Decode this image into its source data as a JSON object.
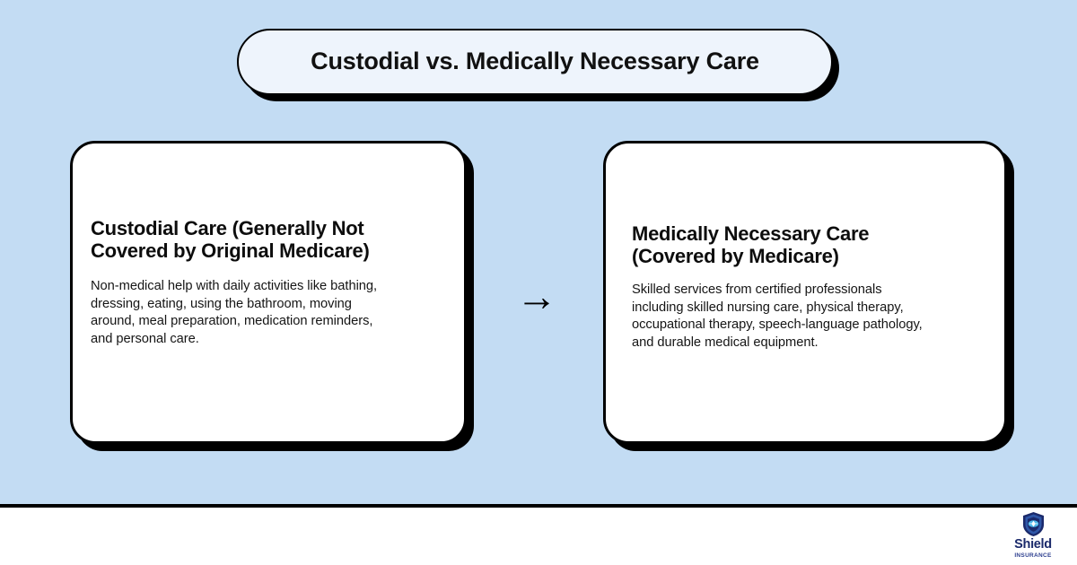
{
  "page": {
    "background_color": "#c3dcf3",
    "footer_background_color": "#ffffff",
    "divider_color": "#000000"
  },
  "title": {
    "text": "Custodial vs. Medically Necessary Care",
    "pill_fill": "#eef4fc",
    "border_color": "#000000"
  },
  "cards": [
    {
      "heading": "Custodial Care (Generally Not\nCovered by Original Medicare)",
      "body": "Non-medical help with daily activities like bathing,\ndressing, eating, using the bathroom, moving\naround, meal preparation, medication reminders,\nand personal care."
    },
    {
      "heading": "Medically Necessary Care\n(Covered by Medicare)",
      "body": "Skilled services from certified professionals\nincluding skilled nursing care, physical therapy,\noccupational therapy, speech-language pathology,\nand durable medical equipment."
    }
  ],
  "connector": {
    "icon": "arrow-right-icon",
    "glyph": "→"
  },
  "logo": {
    "icon": "shield-icon",
    "wordmark": "Shield",
    "sub_wordmark": "INSURANCE",
    "shield_dark": "#1b2a6b",
    "shield_mid": "#2f57a8",
    "shield_light": "#4fb8e8",
    "word_color": "#1b2a6b"
  }
}
